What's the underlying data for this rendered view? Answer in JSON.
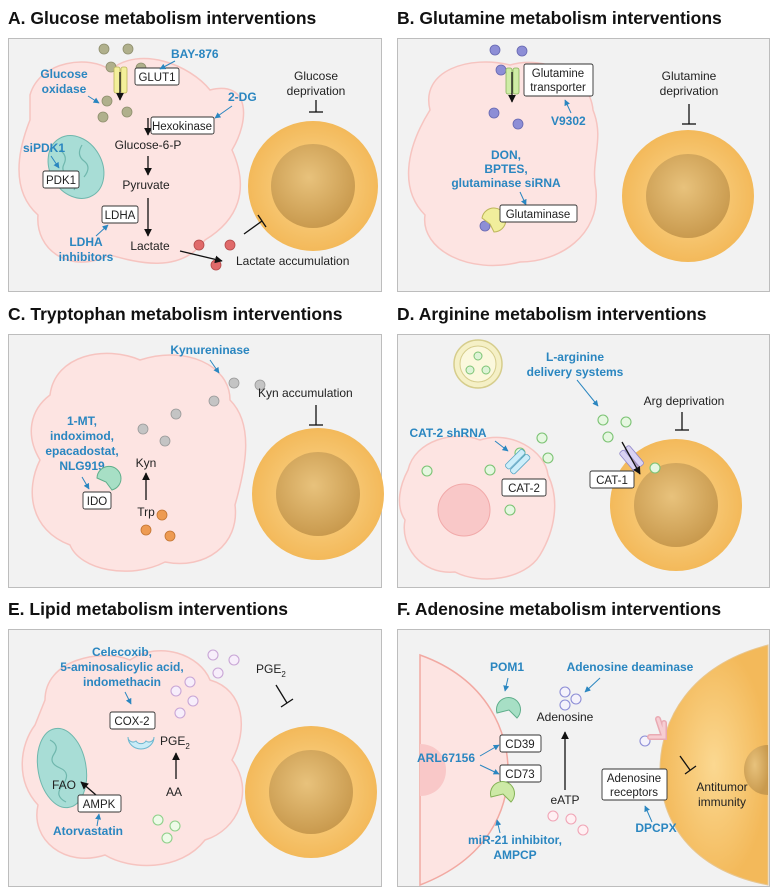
{
  "panels": {
    "A": {
      "title": "A. Glucose metabolism interventions",
      "bay876": "BAY-876",
      "glut1": "GLUT1",
      "glucose_oxidase_1": "Glucose",
      "glucose_oxidase_2": "oxidase",
      "two_dg": "2-DG",
      "hexokinase": "Hexokinase",
      "glucose6p": "Glucose-6-P",
      "sipdk1": "siPDK1",
      "pdk1": "PDK1",
      "pyruvate": "Pyruvate",
      "ldha": "LDHA",
      "ldha_inh_1": "LDHA",
      "ldha_inh_2": "inhibitors",
      "lactate": "Lactate",
      "lactate_acc": "Lactate accumulation",
      "glucose_dep_1": "Glucose",
      "glucose_dep_2": "deprivation"
    },
    "B": {
      "title": "B. Glutamine  metabolism interventions",
      "transporter_1": "Glutamine",
      "transporter_2": "transporter",
      "v9302": "V9302",
      "don_1": "DON,",
      "don_2": "BPTES,",
      "don_3": "glutaminase siRNA",
      "glutaminase": "Glutaminase",
      "gln_dep_1": "Glutamine",
      "gln_dep_2": "deprivation"
    },
    "C": {
      "title": "C. Tryptophan  metabolism interventions",
      "kynureninase": "Kynureninase",
      "kyn_acc": "Kyn accumulation",
      "inh_1": "1-MT,",
      "inh_2": "indoximod,",
      "inh_3": "epacadostat,",
      "inh_4": "NLG919",
      "ido": "IDO",
      "kyn": "Kyn",
      "trp": "Trp"
    },
    "D": {
      "title": "D. Arginine  metabolism interventions",
      "larg_1": "L-arginine",
      "larg_2": "delivery systems",
      "arg_dep": "Arg deprivation",
      "cat2_shrna": "CAT-2 shRNA",
      "cat2": "CAT-2",
      "cat1": "CAT-1"
    },
    "E": {
      "title": "E. Lipid  metabolism interventions",
      "drugs_1": "Celecoxib,",
      "drugs_2": "5-aminosalicylic acid,",
      "drugs_3": "indomethacin",
      "pge2_a": "PGE",
      "pge2_a_sub": "2",
      "cox2": "COX-2",
      "pge2_b": "PGE",
      "pge2_b_sub": "2",
      "fao": "FAO",
      "aa": "AA",
      "ampk": "AMPK",
      "atorvastatin": "Atorvastatin"
    },
    "F": {
      "title": "F. Adenosine  metabolism interventions",
      "pom1": "POM1",
      "ada": "Adenosine deaminase",
      "adenosine": "Adenosine",
      "arl": "ARL67156",
      "cd39": "CD39",
      "cd73": "CD73",
      "eatp": "eATP",
      "receptors_1": "Adenosine",
      "receptors_2": "receptors",
      "antitumor_1": "Antitumor",
      "antitumor_2": "immunity",
      "mir21_1": "miR-21 inhibitor,",
      "mir21_2": "AMPCP",
      "dpcpx": "DPCPX"
    }
  },
  "colors": {
    "panel_bg": "#f2f2f2",
    "tumor_fill": "#fde4e2",
    "tcell_outer": "#f7c46c",
    "tcell_nucleus": "#d9a85a",
    "drug_blue": "#2a86c0",
    "glucose_dot": "#b0b08c",
    "lactate_dot": "#e06a6a",
    "glutamine_dot": "#8d8ed6",
    "kyn_dot": "#b4b4b4",
    "trp_dot": "#ee9b52",
    "arg_dot": "#8fd08a",
    "lipid_dot": "#c9a6d6"
  },
  "icons": [
    "inhibition-bar-icon",
    "arrow-icon",
    "transporter-icon",
    "mitochondrion-icon",
    "enzyme-icon",
    "receptor-icon"
  ]
}
